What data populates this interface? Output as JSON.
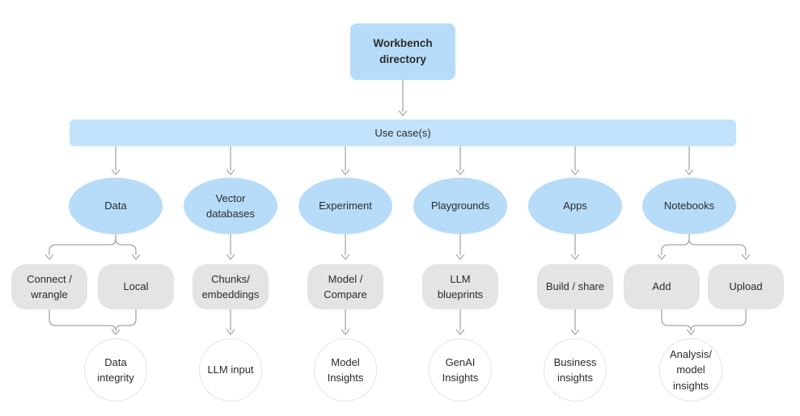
{
  "diagram": {
    "root_label": "Workbench directory",
    "bar_label": "Use case(s)",
    "columns": [
      {
        "ellipse": "Data",
        "boxes": [
          "Connect / wrangle",
          "Local"
        ],
        "circle": "Data integrity"
      },
      {
        "ellipse": "Vector databases",
        "boxes": [
          "Chunks/ embeddings"
        ],
        "circle": "LLM input"
      },
      {
        "ellipse": "Experiment",
        "boxes": [
          "Model / Compare"
        ],
        "circle": "Model Insights"
      },
      {
        "ellipse": "Playgrounds",
        "boxes": [
          "LLM blueprints"
        ],
        "circle": "GenAI Insights"
      },
      {
        "ellipse": "Apps",
        "boxes": [
          "Build / share"
        ],
        "circle": "Business insights"
      },
      {
        "ellipse": "Notebooks",
        "boxes": [
          "Add",
          "Upload"
        ],
        "circle": "Analysis/ model insights"
      }
    ],
    "colors": {
      "node-blue": "#b7dcf9",
      "bar-blue": "#c2e2fb",
      "box-gray": "#e4e4e4",
      "circle-border": "#e3e3e3",
      "connector": "#a6a6a6",
      "text": "#2b2b2b",
      "background": "#ffffff"
    }
  }
}
